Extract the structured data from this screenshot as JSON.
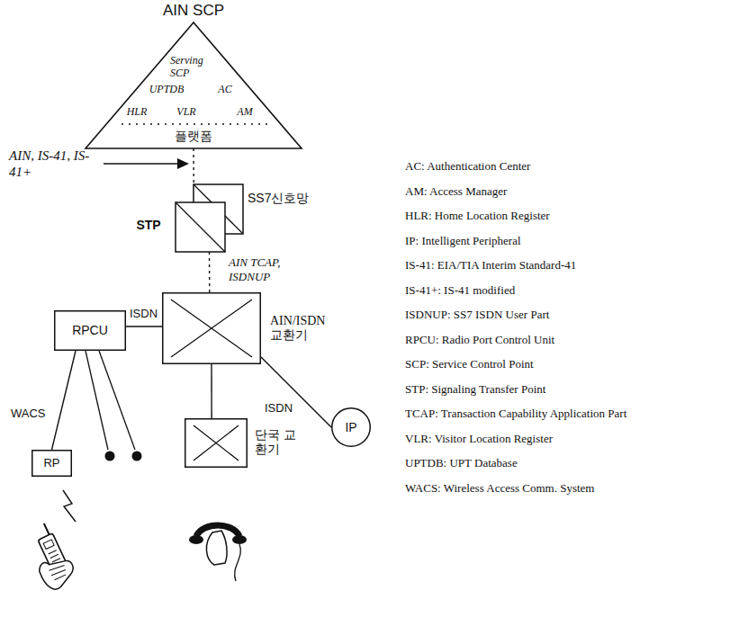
{
  "diagram": {
    "nodes": [
      {
        "text": [
          "AIN SCP",
          "Serving SCP",
          "UPTDB",
          "AC",
          "HLR",
          "VLR",
          "AM",
          "플랫폼"
        ]
      },
      {
        "text": [
          "STP",
          "SS7신호망"
        ]
      },
      {
        "text": [
          "AIN/ISDN 교환기"
        ]
      },
      {
        "text": [
          "RPCU"
        ]
      },
      {
        "text": [
          "IP"
        ]
      },
      {
        "text": [
          "RP"
        ]
      },
      {
        "text": [
          "단국 교환기"
        ]
      }
    ],
    "edges": [
      {
        "from": 0,
        "to": 1,
        "arrow": "none"
      },
      {
        "from": 1,
        "to": 2,
        "label": "AIN TCAP, ISDNUP",
        "arrow": "none"
      },
      {
        "from": 3,
        "to": 2,
        "label": "ISDN",
        "arrow": "none"
      },
      {
        "from": 2,
        "to": 4,
        "label": "ISDN",
        "arrow": "none"
      },
      {
        "from": 3,
        "to": 5,
        "label": "WACS",
        "arrow": "none"
      },
      {
        "from": 2,
        "to": 6,
        "arrow": "none"
      }
    ],
    "labels": [
      "AIN, IS-41, IS-41+",
      "AC: Authentication Center",
      "AM: Access Manager",
      "HLR: Home Location Register",
      "IP: Intelligent Peripheral",
      "IS-41: EIA/TIA Interim Standard-41",
      "IS-41+: IS-41 modified",
      "ISDNUP: SS7 ISDN User Part",
      "RPCU: Radio Port Control Unit",
      "SCP: Service Control Point",
      "STP: Signaling Transfer Point",
      "TCAP: Transaction Capability Application Part",
      "VLR: Visitor Location Register",
      "UPTDB: UPT Database",
      "WACS: Wireless Access Comm. System"
    ]
  }
}
